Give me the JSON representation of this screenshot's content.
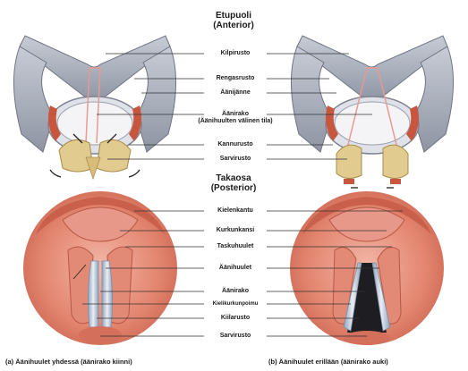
{
  "headers": {
    "front": "Etupuoli",
    "front_sub": "(Anterior)",
    "back": "Takaosa",
    "back_sub": "(Posterior)"
  },
  "labels_top": {
    "kilpirusto": "Kilpirusto",
    "rengasrusto": "Rengasrusto",
    "aanijanne": "Äänijänne",
    "aanirako": "Äänirako",
    "aanirako_sub": "(Äänihuulten välinen tila)",
    "kannurusto": "Kannurusto",
    "sarvirusto": "Sarvirusto"
  },
  "labels_bottom": {
    "kielinkantu": "Kielenkantu",
    "kurkunkansi": "Kurkunkansi",
    "taskuhuulet": "Taskuhuulet",
    "aanihuulet": "Äänihuulet",
    "aanirako": "Äänirako",
    "kielikurkunpoimu": "Kielikurkunpoimu",
    "kiilarusto": "Kiilarusto",
    "sarvirusto": "Sarvirusto"
  },
  "captions": {
    "left": "(a) Äänihuulet yhdessä (äänirako kiinni)",
    "right": "(b) Äänihuulet erillään (äänirako auki)"
  },
  "colors": {
    "cartilage": "#9aa0ad",
    "cartilage_light": "#c8ccd6",
    "pink_tissue": "#e07e6c",
    "pink_light": "#f1b3a3",
    "yellow": "#e0c98b",
    "vocal_fold": "#cfd8e4"
  }
}
